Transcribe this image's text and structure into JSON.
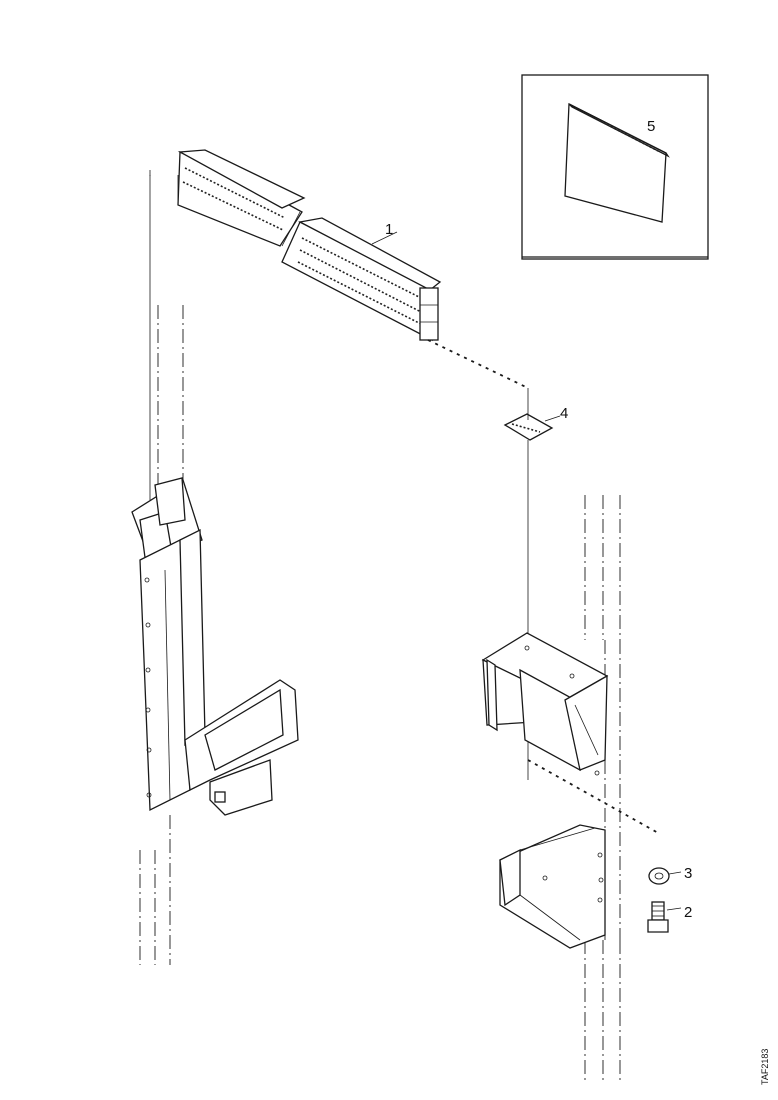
{
  "callouts": [
    {
      "id": "1",
      "text": "1"
    },
    {
      "id": "2",
      "text": "2"
    },
    {
      "id": "3",
      "text": "3"
    },
    {
      "id": "4",
      "text": "4"
    },
    {
      "id": "5",
      "text": "5"
    }
  ],
  "drawing_ref": "TAF2183"
}
